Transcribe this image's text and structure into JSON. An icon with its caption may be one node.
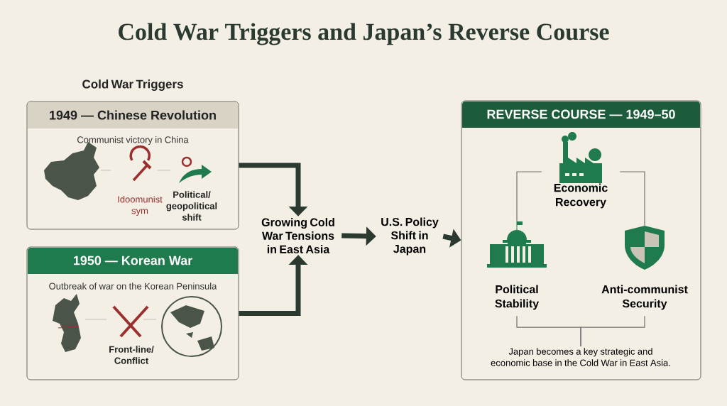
{
  "diagram": {
    "title": "Cold War Triggers and Japan’s Reverse Course",
    "nodes": [
      {
        "text": [
          "1949 — Chinese Revolution",
          "Communist victory in China"
        ]
      },
      {
        "text": [
          "1950 — Korean War",
          "Outbreak of war on the Korean Peninsula"
        ]
      },
      {
        "text": [
          "Growing Cold War Tensions in East Asia"
        ]
      },
      {
        "text": [
          "U.S. Policy Shift in Japan"
        ]
      },
      {
        "text": [
          "REVERSE COURSE — 1949–50"
        ]
      },
      {
        "text": [
          "Economic Recovery"
        ],
        "in": 4
      },
      {
        "text": [
          "Political Stability"
        ],
        "in": 4
      },
      {
        "text": [
          "Anti-communist Security"
        ],
        "in": 4
      },
      {
        "text": [
          "Japan becomes a key strategic and economic base in the Cold War in East Asia."
        ],
        "in": 4
      }
    ],
    "edges": [
      {
        "from": 0,
        "to": 2,
        "arrow": "to",
        "style": "thick"
      },
      {
        "from": 1,
        "to": 2,
        "arrow": "to",
        "style": "thick"
      },
      {
        "from": 2,
        "to": 3,
        "arrow": "to",
        "style": "thick"
      },
      {
        "from": 3,
        "to": 4,
        "arrow": "to",
        "style": "thick"
      },
      {
        "from": 6,
        "to": 5,
        "arrow": "none",
        "color": "#707070"
      },
      {
        "from": 7,
        "to": 5,
        "arrow": "none",
        "color": "#707070"
      },
      {
        "from": 6,
        "to": 8,
        "arrow": "none",
        "color": "#707070"
      },
      {
        "from": 7,
        "to": 8,
        "arrow": "none",
        "color": "#707070"
      }
    ],
    "labels": [
      "Cold War Triggers",
      "Idoomunist sym",
      "Political/ geopolitical shift",
      "Front-line/ Conflict"
    ]
  }
}
